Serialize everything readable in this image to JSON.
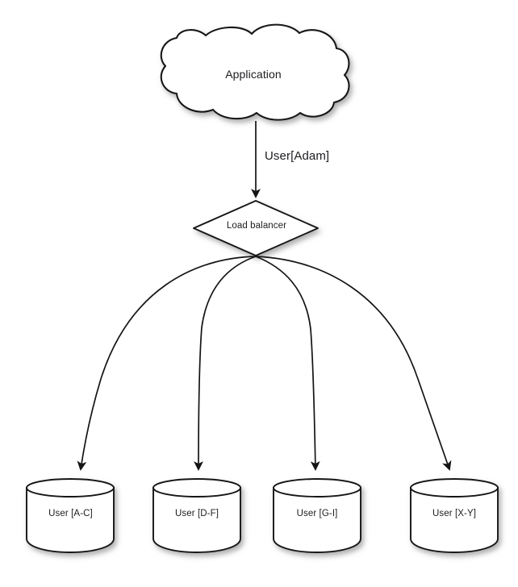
{
  "diagram": {
    "type": "architecture-flow",
    "background_color": "#ffffff",
    "stroke_color": "#141414",
    "fill_color": "#ffffff",
    "text_color": "#1c1c20",
    "nodes": {
      "cloud": {
        "label": "Application",
        "shape": "cloud"
      },
      "load_balancer": {
        "label": "Load balancer",
        "shape": "diamond"
      },
      "databases": [
        {
          "label": "User [A-C]",
          "shape": "cylinder"
        },
        {
          "label": "User [D-F]",
          "shape": "cylinder"
        },
        {
          "label": "User [G-I]",
          "shape": "cylinder"
        },
        {
          "label": "User [X-Y]",
          "shape": "cylinder"
        }
      ]
    },
    "edges": [
      {
        "from": "cloud",
        "to": "load_balancer",
        "label": "User[Adam]",
        "style": "straight-arrow"
      },
      {
        "from": "load_balancer",
        "to": "db-0",
        "label": "",
        "style": "curved-arrow"
      },
      {
        "from": "load_balancer",
        "to": "db-1",
        "label": "",
        "style": "curved-arrow"
      },
      {
        "from": "load_balancer",
        "to": "db-2",
        "label": "",
        "style": "curved-arrow"
      },
      {
        "from": "load_balancer",
        "to": "db-3",
        "label": "",
        "style": "curved-arrow"
      }
    ]
  }
}
